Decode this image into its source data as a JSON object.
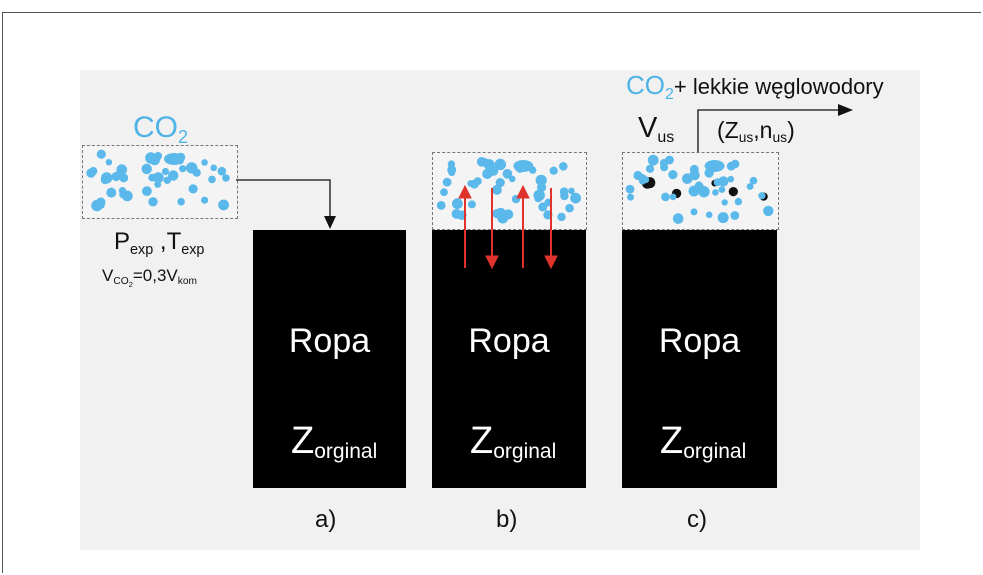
{
  "colors": {
    "co2": "#4fb3e6",
    "oil": "#000000",
    "arrow_red": "#e0332c",
    "bubble": "#5ab9ea",
    "heavy": "#111111"
  },
  "panel_a": {
    "co2_label": "CO",
    "co2_sub": "2",
    "pressure_main": "P",
    "pressure_sub": "exp",
    "sep": " ,",
    "temp_main": "T",
    "temp_sub": "exp",
    "vol_main": "V",
    "vol_sub": "CO",
    "vol_sub2": "2",
    "vol_mid": "=0,3V",
    "vol_sub3": "kom",
    "oil_label": "Ropa",
    "z_main": "Z",
    "z_sub": "orginal",
    "caption": "a)"
  },
  "panel_b": {
    "oil_label": "Ropa",
    "z_main": "Z",
    "z_sub": "orginal",
    "caption": "b)"
  },
  "panel_c": {
    "top_co2": "CO",
    "top_co2_sub": "2",
    "top_rest": "+ lekkie węglowodory",
    "v_main": "V",
    "v_sub": "us",
    "z_open": "(Z",
    "z_sub": "us",
    "z_mid": ",n",
    "n_sub": "us",
    "z_close": ")",
    "oil_label": "Ropa",
    "z_label_main": "Z",
    "z_label_sub": "orginal",
    "caption": "c)"
  }
}
